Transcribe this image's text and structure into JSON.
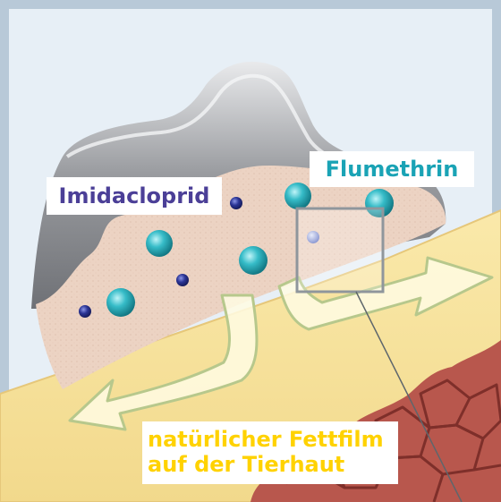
{
  "labels": {
    "imidacloprid": "Imidacloprid",
    "flumethrin": "Flumethrin",
    "fettfilm_line1": "natürlicher Fettfilm",
    "fettfilm_line2": "auf der Tierhaut"
  },
  "colors": {
    "background": "#dde8f1",
    "frame": "#b8c9d8",
    "collar_gray": "#8d8f93",
    "matrix_pink": "#ecd3c3",
    "skin_yellow": "#f6e29c",
    "tissue_red": "#b8574d",
    "flumethrin_teal": "#24a9b8",
    "imidacloprid_blue": "#27308a",
    "arrow_fill": "#fffbe3",
    "arrow_stroke": "#b7c88c",
    "label_imidacloprid": "#4b3f97",
    "label_flumethrin": "#1aa3b5",
    "label_fettfilm": "#ffd200"
  }
}
